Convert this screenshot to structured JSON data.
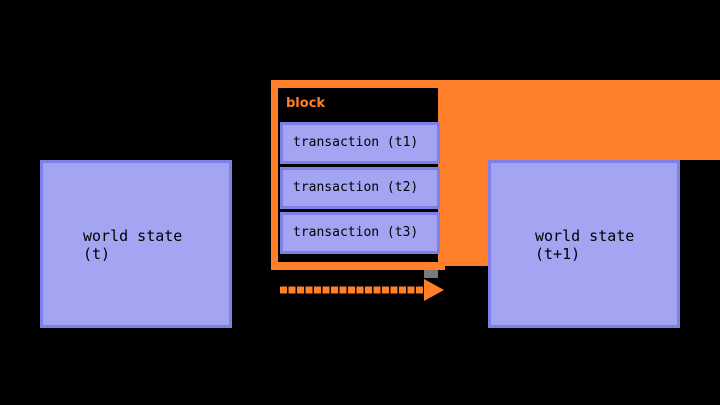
{
  "diagram": {
    "state_before": {
      "line1": "world state",
      "line2": "(t)"
    },
    "state_after": {
      "line1": "world state",
      "line2": "(t+1)"
    },
    "block": {
      "label": "block",
      "transactions": [
        {
          "label": "transaction (t1)"
        },
        {
          "label": "transaction (t2)"
        },
        {
          "label": "transaction (t3)"
        }
      ]
    }
  },
  "colors": {
    "background": "#000000",
    "state_fill": "#a3a4f2",
    "state_border": "#7f80e6",
    "accent_orange": "#ff7f2a"
  }
}
